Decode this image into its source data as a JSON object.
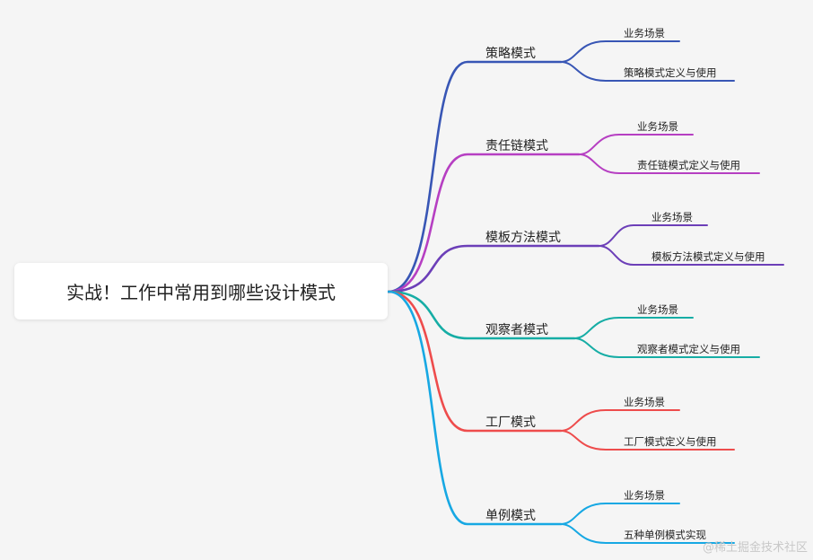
{
  "root": {
    "title": "实战！工作中常用到哪些设计模式"
  },
  "branches": [
    {
      "label": "策略模式",
      "color": "#3856b5",
      "children": [
        "业务场景",
        "策略模式定义与使用"
      ]
    },
    {
      "label": "责任链模式",
      "color": "#b63fc2",
      "children": [
        "业务场景",
        "责任链模式定义与使用"
      ]
    },
    {
      "label": "模板方法模式",
      "color": "#6c3fb8",
      "children": [
        "业务场景",
        "模板方法模式定义与使用"
      ]
    },
    {
      "label": "观察者模式",
      "color": "#16ada5",
      "children": [
        "业务场景",
        "观察者模式定义与使用"
      ]
    },
    {
      "label": "工厂模式",
      "color": "#ee4c4c",
      "children": [
        "业务场景",
        "工厂模式定义与使用"
      ]
    },
    {
      "label": "单例模式",
      "color": "#17a8e3",
      "children": [
        "业务场景",
        "五种单例模式实现"
      ]
    }
  ],
  "watermark": "@稀土掘金技术社区"
}
